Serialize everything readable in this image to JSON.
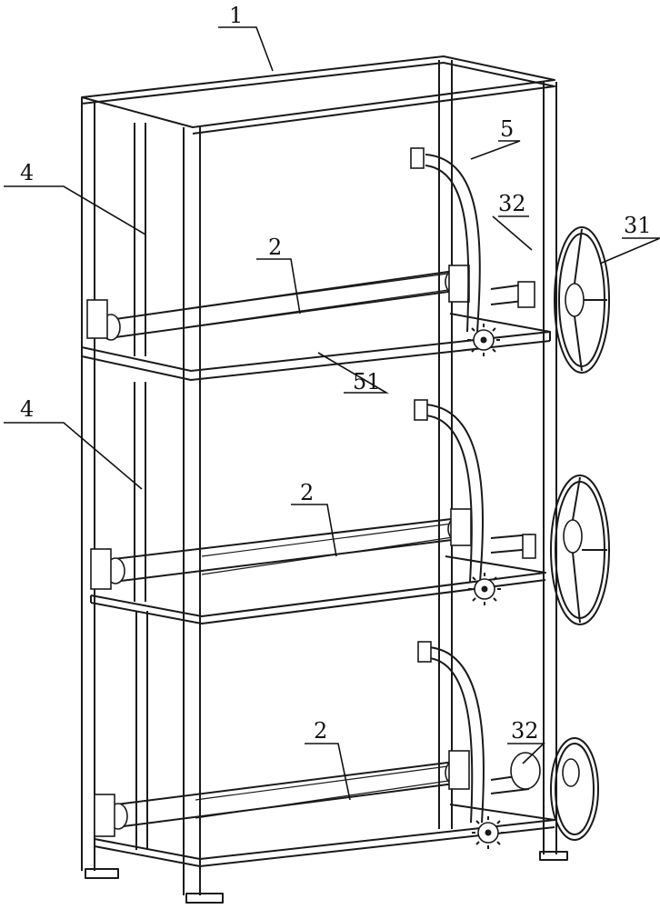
{
  "labels": {
    "frame": "1",
    "roller_top": "2",
    "roller_middle": "2",
    "roller_bottom": "2",
    "hanger_top": "4",
    "hanger_middle": "4",
    "tube": "5",
    "handwheel": "31",
    "drive_top": "32",
    "drive_bottom": "32",
    "shelf_bar": "51"
  },
  "colors": {
    "line": "#1a1a1a",
    "background": "#ffffff"
  }
}
